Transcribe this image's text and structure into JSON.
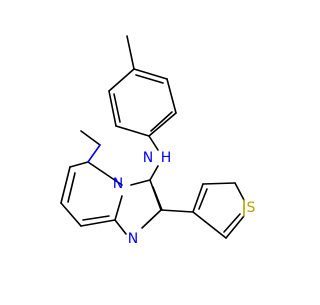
{
  "molecule": {
    "atoms": [
      {
        "id": "N_amine",
        "label": "N"
      },
      {
        "id": "H_amine",
        "label": "H"
      },
      {
        "id": "N_bridge",
        "label": "N"
      },
      {
        "id": "N_imidazole",
        "label": "N"
      },
      {
        "id": "S_thiophene",
        "label": "S"
      }
    ]
  },
  "colors": {
    "bond": "#000000",
    "nitrogen": "#0000ff",
    "sulfur": "#b8a000",
    "background": "#ffffff"
  }
}
